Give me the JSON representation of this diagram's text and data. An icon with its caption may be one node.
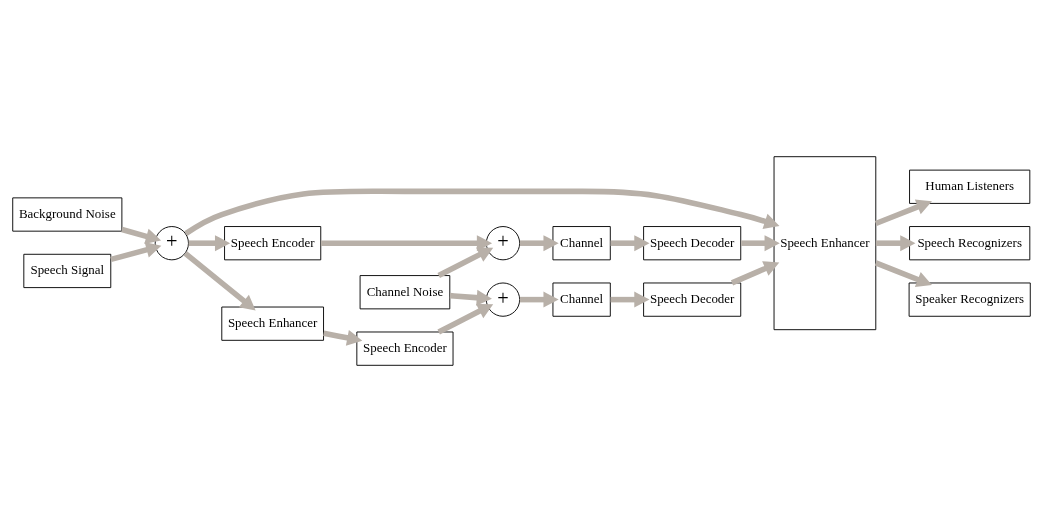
{
  "diagram": {
    "nodes": [
      {
        "text": [
          "Background Noise"
        ]
      },
      {
        "text": [
          "+"
        ]
      },
      {
        "text": [
          "Speech Signal"
        ]
      },
      {
        "text": [
          "Speech Encoder"
        ]
      },
      {
        "text": [
          "+"
        ]
      },
      {
        "text": [
          "Channel"
        ]
      },
      {
        "text": [
          "Speech Decoder"
        ]
      },
      {
        "text": [
          "Speech Enhancer"
        ]
      },
      {
        "text": [
          "Channel Noise"
        ]
      },
      {
        "text": [
          "Speech Enhancer"
        ]
      },
      {
        "text": [
          "Speech Encoder"
        ]
      },
      {
        "text": [
          "+"
        ]
      },
      {
        "text": [
          "Channel"
        ]
      },
      {
        "text": [
          "Speech Decoder"
        ]
      },
      {
        "text": [
          "Human Listeners"
        ]
      },
      {
        "text": [
          "Speech Recognizers"
        ]
      },
      {
        "text": [
          "Speaker Recognizers"
        ]
      }
    ],
    "edges": [
      {
        "from": 0,
        "to": 1,
        "arrow": "to"
      },
      {
        "from": 2,
        "to": 1,
        "arrow": "to"
      },
      {
        "from": 1,
        "to": 7,
        "arrow": "to"
      },
      {
        "from": 1,
        "to": 3,
        "arrow": "to"
      },
      {
        "from": 1,
        "to": 9,
        "arrow": "to"
      },
      {
        "from": 3,
        "to": 4,
        "arrow": "to"
      },
      {
        "from": 4,
        "to": 5,
        "arrow": "to"
      },
      {
        "from": 5,
        "to": 6,
        "arrow": "to"
      },
      {
        "from": 6,
        "to": 7,
        "arrow": "to"
      },
      {
        "from": 8,
        "to": 4,
        "arrow": "to"
      },
      {
        "from": 8,
        "to": 11,
        "arrow": "to"
      },
      {
        "from": 9,
        "to": 10,
        "arrow": "to"
      },
      {
        "from": 10,
        "to": 11,
        "arrow": "to"
      },
      {
        "from": 11,
        "to": 12,
        "arrow": "to"
      },
      {
        "from": 12,
        "to": 13,
        "arrow": "to"
      },
      {
        "from": 13,
        "to": 7,
        "arrow": "to"
      },
      {
        "from": 7,
        "to": 14,
        "arrow": "to"
      },
      {
        "from": 7,
        "to": 15,
        "arrow": "to"
      },
      {
        "from": 7,
        "to": 16,
        "arrow": "to"
      }
    ]
  }
}
